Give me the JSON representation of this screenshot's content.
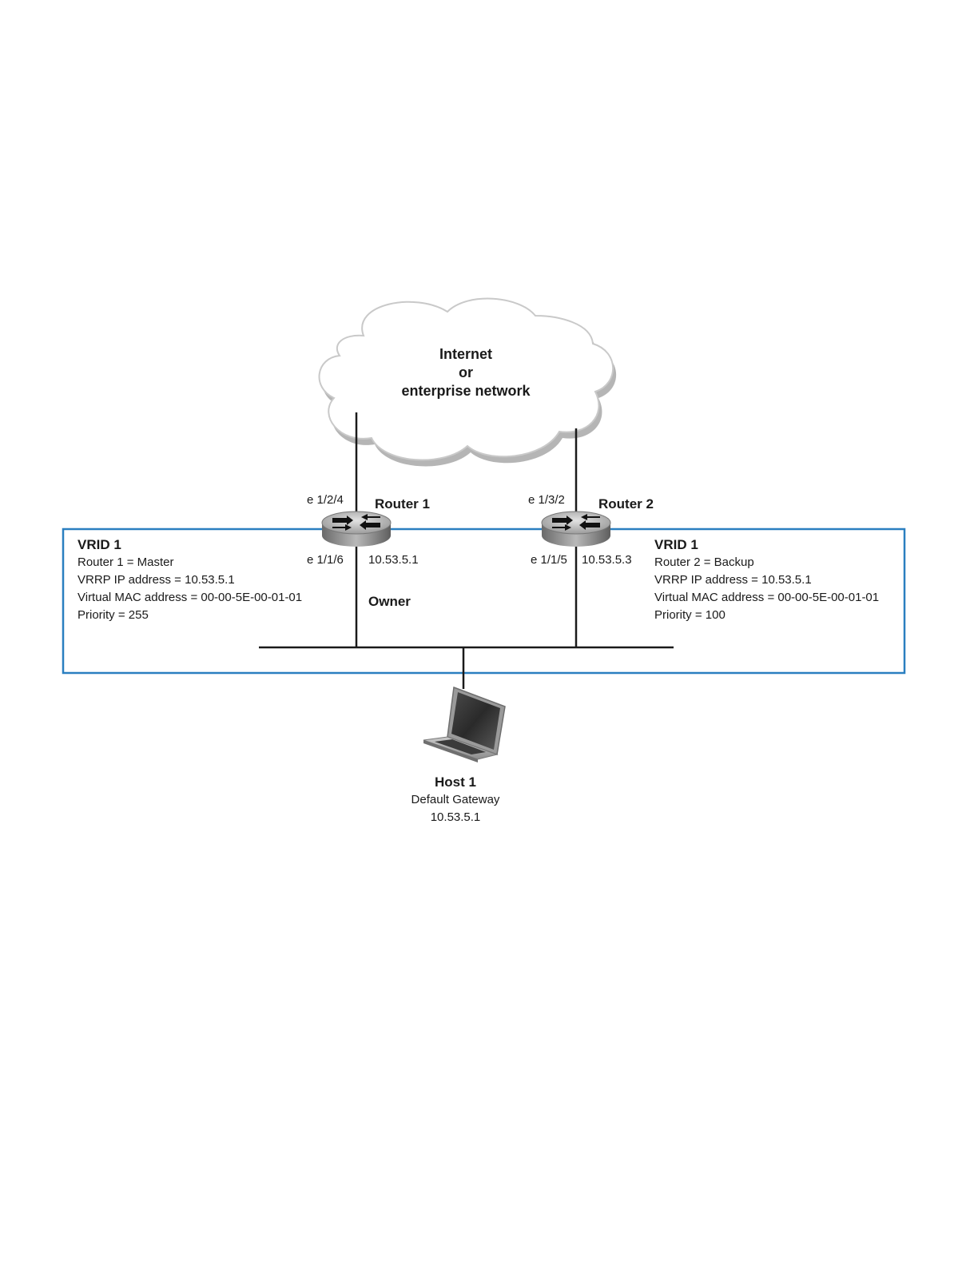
{
  "cloud": {
    "line1": "Internet",
    "line2": "or",
    "line3": "enterprise network"
  },
  "router1": {
    "name": "Router 1",
    "uplink_port": "e 1/2/4",
    "lan_port": "e 1/1/6",
    "ip": "10.53.5.1",
    "role_tag": "Owner"
  },
  "router2": {
    "name": "Router 2",
    "uplink_port": "e 1/3/2",
    "lan_port": "e 1/1/5",
    "ip": "10.53.5.3"
  },
  "vrid_left": {
    "title": "VRID 1",
    "lines": [
      "Router 1 = Master",
      "VRRP IP address = 10.53.5.1",
      "Virtual MAC address = 00-00-5E-00-01-01",
      "Priority = 255"
    ]
  },
  "vrid_right": {
    "title": "VRID 1",
    "lines": [
      "Router 2 = Backup",
      "VRRP IP address = 10.53.5.1",
      "Virtual MAC address = 00-00-5E-00-01-01",
      "Priority = 100"
    ]
  },
  "host": {
    "name": "Host 1",
    "gateway_label": "Default Gateway",
    "gateway_ip": "10.53.5.1"
  },
  "colors": {
    "vrid_box": "#2a7fc0",
    "lines": "#1a1a1a",
    "cloud_fill": "#ffffff",
    "cloud_shadow": "#b5b5b5"
  }
}
